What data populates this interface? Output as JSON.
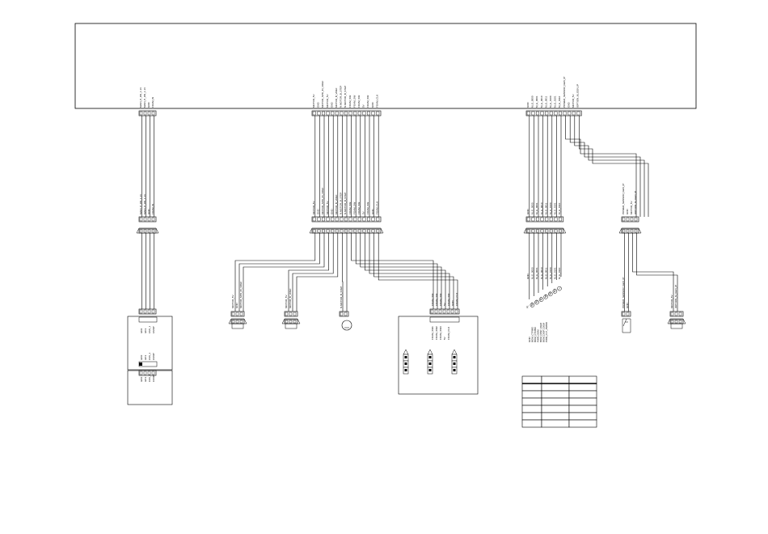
{
  "board": {
    "header_left": {
      "top_labels": [
        "MAIN_P_ON_1.1V",
        "MAIN_P_ON_1.1V",
        "GND",
        "FOAM_IN"
      ],
      "cable_labels": [
        "MAIN_P_ON_1.1V",
        "MAIN_P_ON_1.1V",
        "GND",
        "FOAM_IN"
      ],
      "bottom_labels": [
        "I2C0",
        "I2C1",
        "FAN_1",
        "FANIP"
      ],
      "device_labels": [
        "I2C0",
        "I2C1",
        "FAN_1",
        "FANIP"
      ]
    },
    "header_middle": {
      "top_labels": [
        "MOTOR_5V",
        "GND",
        "MOTOR_SPD_IN_VREF",
        "MOTOR_5V",
        "GND",
        "MOTOR_B_VREF",
        "N.MOTOR_B_STEP",
        "N.MOTOR_B_STEP",
        "FOAM_SW",
        "FOAM_SW",
        "FOAM_SW",
        "5V",
        "FOAM_SW",
        "GND",
        "FOAM_CLK"
      ],
      "cable_labels": [
        "MOTOR_5V",
        "GND",
        "MOTOR_SPD_IN_VREF",
        "MOTOR_5V",
        "GND",
        "MOTOR_B_VREF",
        "N.MOTOR_B_STEP",
        "N.MOTOR_B_STEP",
        "FOAM_SW",
        "FOAM_SW",
        "FOAM_SW",
        "5V",
        "FOAM_SW",
        "GND",
        "FOAM_CLK"
      ],
      "sensor_a": [
        "MOTOR_5V",
        "GND",
        "MOTOR_SPD_IN_VREF"
      ],
      "sensor_b": [
        "MOTOR_5V",
        "MOTOR_B_VREF"
      ],
      "sensor_c": [
        "N.MOTOR_B_STEP"
      ],
      "switch_block_cable": [
        "FOAM_SW",
        "FOAM_SW",
        "FOAM_SW",
        "5V",
        "FOAM_SW",
        "GND",
        "FOAM_CLK"
      ],
      "switch_block_labels": [
        "FOAM_SW1",
        "FOAM_SW2",
        "FOAM_SW3",
        "5V",
        "FOAM_CLK"
      ]
    },
    "header_right": {
      "top_labels": [
        "GND",
        "M_E_0000",
        "M_E_0001",
        "M_E_0010",
        "M_E_0011",
        "M_E_0100",
        "M_E_0101",
        "M_E_0110",
        "POWER_SENSOR_GEN_IP",
        "GND",
        "MOTOR_5V",
        "IOPTION_M_GEN_IP"
      ],
      "cable_a": [
        "GND",
        "M_E_0000",
        "M_E_0001",
        "M_E_0010",
        "M_E_0011",
        "M_E_0100",
        "M_E_0101",
        "M_E_0110"
      ],
      "cable_b": [
        "POWER_SENSOR_GEN_IP",
        "GND",
        "MOTOR_5V",
        "IOPTION_M_GEN_IP"
      ],
      "terminal_ids": [
        "P1",
        "P2",
        "P3",
        "P4",
        "P5",
        "P6",
        "P7"
      ],
      "legend_lines": [
        "GND",
        "BOM_CTRBO",
        "BOM_CTRBO",
        "PWR_OEM",
        "BOM_DISP_OEM",
        "BOM_DISP_OEM",
        "PWR_CLT_PWRO"
      ],
      "sensor_d": [
        "POWER_SENSOR_GEN_IP",
        "GND"
      ],
      "sensor_e": [
        "MOTOR_5V",
        "IOPTION_M_GEN_IP"
      ]
    }
  },
  "table": {
    "header": [
      "",
      "",
      ""
    ],
    "rows": [
      [
        "",
        "",
        ""
      ],
      [
        "",
        "",
        ""
      ],
      [
        "",
        "",
        ""
      ],
      [
        "",
        "",
        ""
      ],
      [
        "",
        "",
        ""
      ],
      [
        "",
        "",
        ""
      ]
    ]
  }
}
